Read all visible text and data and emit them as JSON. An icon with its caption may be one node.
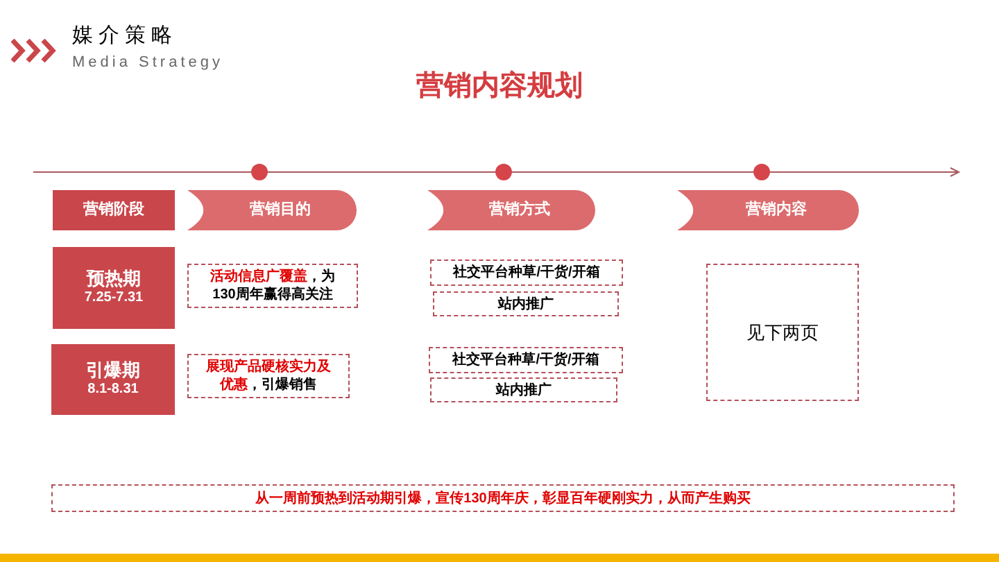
{
  "diagram": {
    "title": "营销内容规划",
    "nodes": [
      {
        "text": [
          "营销阶段"
        ]
      },
      {
        "text": [
          "营销目的"
        ]
      },
      {
        "text": [
          "营销方式"
        ]
      },
      {
        "text": [
          "营销内容"
        ]
      },
      {
        "text": [
          "预热期",
          "7.25-7.31"
        ]
      },
      {
        "text": [
          "**活动信息广覆盖**，为130周年赢得高关注"
        ]
      },
      {
        "text": [
          "社交平台种草/干货/开箱"
        ]
      },
      {
        "text": [
          "站内推广"
        ]
      },
      {
        "text": [
          "见下两页"
        ]
      },
      {
        "text": [
          "引爆期",
          "8.1-8.31"
        ]
      },
      {
        "text": [
          "**展现产品硬核实力及优惠**，引爆销售"
        ]
      },
      {
        "text": [
          "社交平台种草/干货/开箱"
        ]
      },
      {
        "text": [
          "站内推广"
        ]
      },
      {
        "text": [
          "从一周前预热到活动期引爆，宣传130周年庆，彰显百年硬刚实力，从而产生购买"
        ]
      }
    ],
    "labels": [
      "媒介策略",
      "Media Strategy"
    ]
  }
}
